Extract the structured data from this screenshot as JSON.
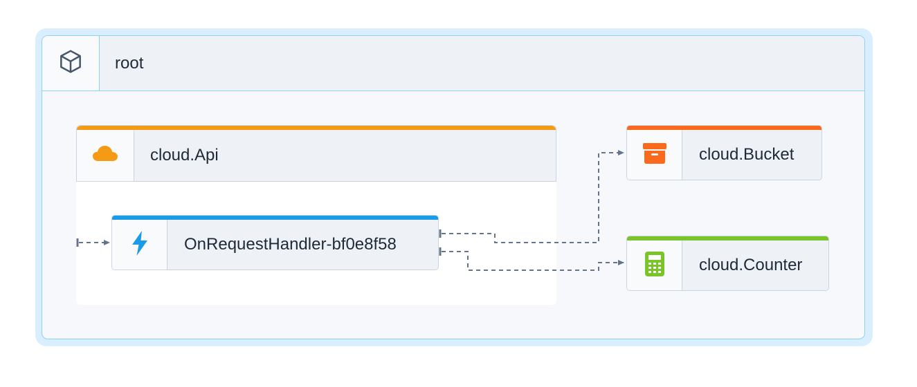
{
  "root": {
    "label": "root",
    "icon": "cube-icon"
  },
  "api": {
    "label": "cloud.Api",
    "icon": "cloud-icon",
    "accent": "#f59a14"
  },
  "handler": {
    "label": "OnRequestHandler-bf0e8f58",
    "icon": "lightning-icon",
    "accent": "#1a9be8"
  },
  "bucket": {
    "label": "cloud.Bucket",
    "icon": "bucket-icon",
    "accent": "#fb6a1c"
  },
  "counter": {
    "label": "cloud.Counter",
    "icon": "calculator-icon",
    "accent": "#79c428"
  },
  "colors": {
    "root_border": "#8fd0f5",
    "root_halo": "#d9efff",
    "edge": "#64748b"
  }
}
